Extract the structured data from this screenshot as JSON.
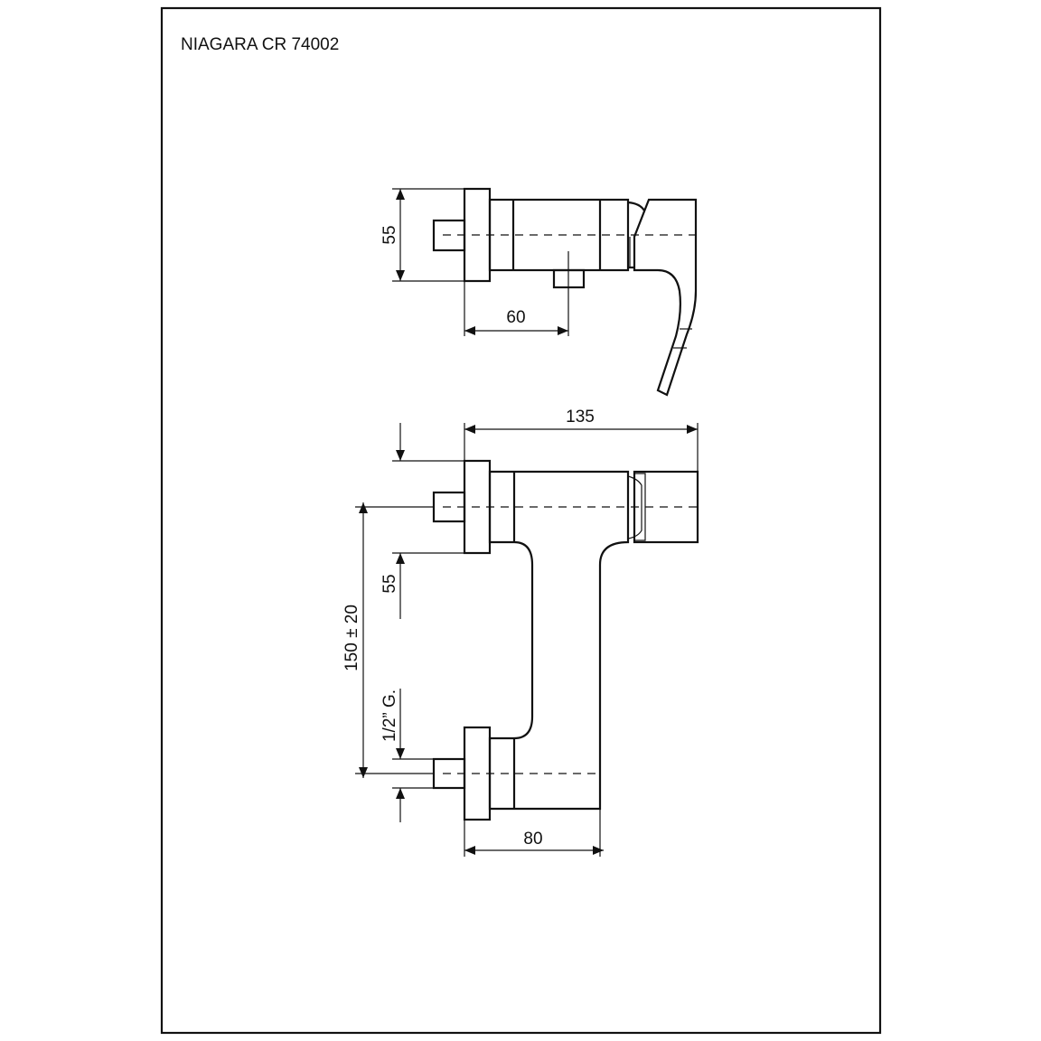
{
  "title": "NIAGARA CR 74002",
  "top_view": {
    "dim_height": "55",
    "dim_outlet": "60"
  },
  "front_view": {
    "dim_width": "135",
    "dim_flange": "55",
    "dim_spacing": "150 ± 20",
    "dim_thread": "1/2” G.",
    "dim_depth": "80"
  }
}
